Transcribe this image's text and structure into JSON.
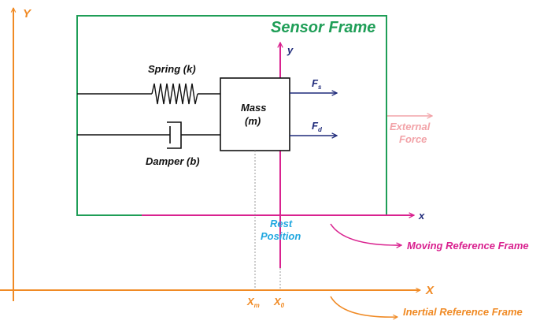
{
  "colors": {
    "sensor_frame": "#1f9e57",
    "moving_frame": "#d9228f",
    "inertial_frame": "#f08a24",
    "force_arrow": "#1f2a7a",
    "external_force": "#f2a3a8",
    "rest_position": "#22a8e0",
    "mechanical": "#111111",
    "guide": "#999999"
  },
  "labels": {
    "inertial_y": "Y",
    "inertial_x": "X",
    "sensor_frame": "Sensor Frame",
    "moving_y": "y",
    "moving_x": "x",
    "spring": "Spring (k)",
    "damper": "Damper (b)",
    "mass_line1": "Mass",
    "mass_line2": "(m)",
    "fs_main": "F",
    "fs_sub": "s",
    "fd_main": "F",
    "fd_sub": "d",
    "external_line1": "External",
    "external_line2": "Force",
    "rest_line1": "Rest",
    "rest_line2": "Position",
    "moving_reference_frame": "Moving Reference Frame",
    "xm_main": "X",
    "xm_sub": "m",
    "x0_main": "X",
    "x0_sub": "0",
    "inertial_reference_frame": "Inertial Reference Frame"
  },
  "icons": [
    "spring-icon",
    "damper-icon",
    "arrow-icon"
  ]
}
